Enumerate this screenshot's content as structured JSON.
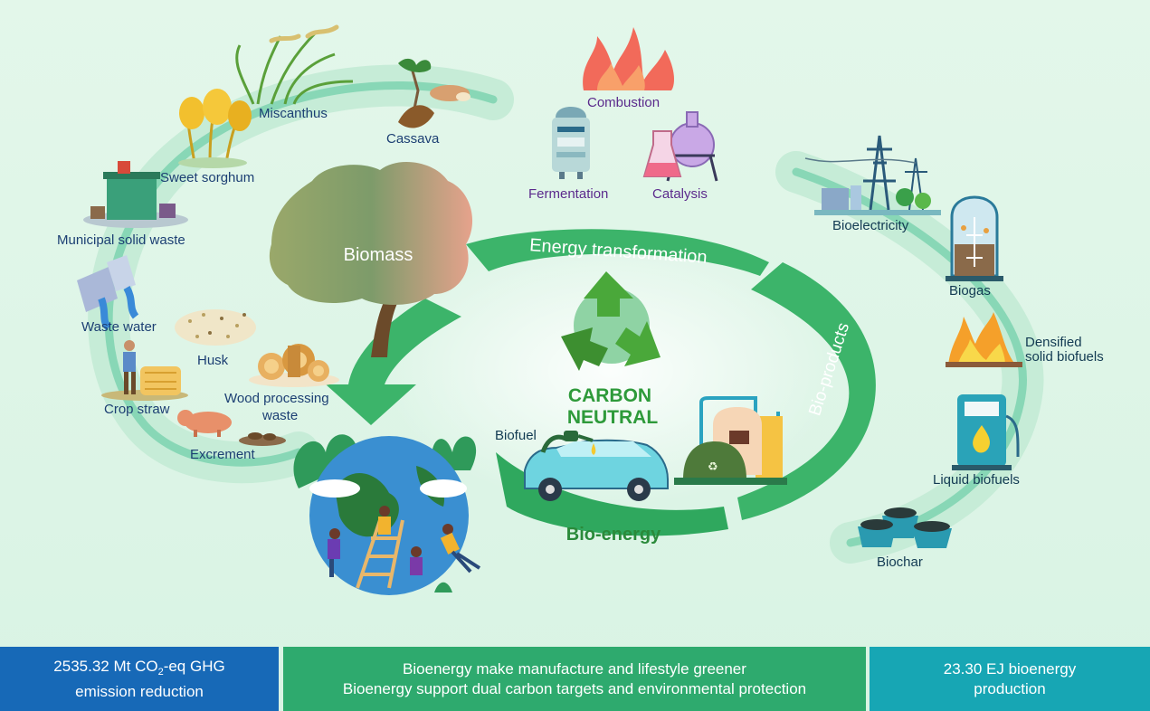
{
  "center": {
    "line1": "CARBON",
    "line2": "NEUTRAL"
  },
  "ring": {
    "top": "Energy transformation",
    "right": "Bio-products",
    "bottom": "Bio-energy",
    "tree": "Biomass"
  },
  "biomass_sources": {
    "miscanthus": "Miscanthus",
    "cassava": "Cassava",
    "sweet_sorghum": "Sweet sorghum",
    "municipal_solid_waste": "Municipal solid waste",
    "waste_water": "Waste water",
    "husk": "Husk",
    "crop_straw": "Crop straw",
    "wood_line1": "Wood processing",
    "wood_line2": "waste",
    "excrement": "Excrement"
  },
  "processes": {
    "combustion": "Combustion",
    "fermentation": "Fermentation",
    "catalysis": "Catalysis"
  },
  "products": {
    "bioelectricity": "Bioelectricity",
    "biogas": "Biogas",
    "densified_line1": "Densified",
    "densified_line2": "solid biofuels",
    "liquid_biofuels": "Liquid biofuels",
    "biochar": "Biochar",
    "biofuel": "Biofuel"
  },
  "footer": {
    "left_line1_a": "2535.32 Mt CO",
    "left_line1_sub": "2",
    "left_line1_b": "-eq GHG",
    "left_line2": "emission reduction",
    "middle_line1": "Bioenergy make manufacture and lifestyle greener",
    "middle_line2": "Bioenergy support dual carbon targets and environmental protection",
    "right_line1": "23.30 EJ bioenergy",
    "right_line2": "production"
  },
  "colors": {
    "ring_green": "#3cb46a",
    "ring_dark": "#2a8a4c",
    "label_blue": "#1c3f73",
    "label_purple": "#5b2a8c",
    "center_text": "#2e9a3a",
    "footer_left": "#1769b7",
    "footer_middle": "#2eaa6e",
    "footer_right": "#17a6b4"
  },
  "icons": [
    "recycle-icon",
    "tree-icon",
    "earth-icon",
    "car-icon",
    "fuel-pump-icon",
    "flame-icon",
    "fermenter-icon",
    "flask-icon",
    "power-tower-icon",
    "biogas-tank-icon",
    "fire-icon",
    "pump-icon",
    "charcoal-icon",
    "grass-icon",
    "cassava-icon",
    "sorghum-icon",
    "trash-icon",
    "pipe-icon",
    "husk-icon",
    "farmer-icon",
    "log-icon",
    "pig-icon",
    "dung-icon",
    "digester-icon"
  ]
}
